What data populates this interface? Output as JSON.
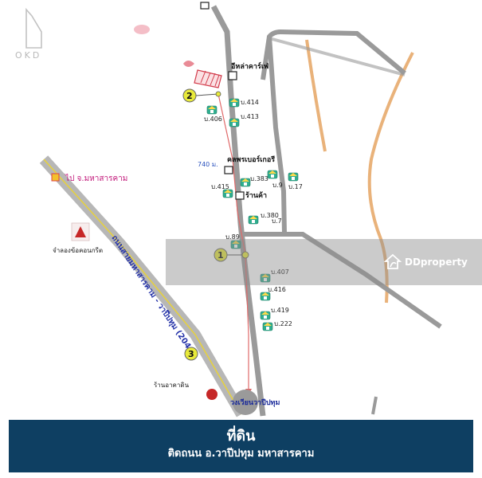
{
  "logo": {
    "text": "OKD"
  },
  "map": {
    "labels": {
      "cafe": "อีหล่าคาร์เฟ่",
      "contractor": "คลพรเบอร์เกอรี",
      "shop": "ร้านค้า",
      "to_city": "ไป จ.มหาสารคาม",
      "concrete": "จำลองข้อคอนกรีต",
      "restaurant": "ร้านอาคาดิน",
      "roundabout": "วงเวียนวาปีปทุม",
      "highway": "ถนนสายมหาสารคาม - วาปีปทุม (2040)",
      "distance": "740 ม."
    },
    "markers": [
      "1",
      "2",
      "3"
    ],
    "houses": [
      {
        "label": "บ.414"
      },
      {
        "label": "บ.406"
      },
      {
        "label": "บ.413"
      },
      {
        "label": "บ.383"
      },
      {
        "label": "บ.9"
      },
      {
        "label": "บ.17"
      },
      {
        "label": "บ.415"
      },
      {
        "label": "บ.380"
      },
      {
        "label": "บ.7"
      },
      {
        "label": "บ.89"
      },
      {
        "label": "บ.407"
      },
      {
        "label": "บ.416"
      },
      {
        "label": "บ.419"
      },
      {
        "label": "บ.222"
      }
    ]
  },
  "watermark": {
    "text": "DDproperty"
  },
  "banner": {
    "title": "ที่ดิน",
    "subtitle": "ติดถนน อ.วาปีปทุม มหาสารคาม"
  },
  "colors": {
    "road": "#9a9a9a",
    "highway": "#b7b7b7",
    "highway_center": "#e8d23a",
    "dirt_road": "#e9b27a",
    "route": "#e06a6a",
    "banner": "#0e3f62",
    "marker_fill": "#e8ea3a",
    "house": "#2fae8f"
  }
}
